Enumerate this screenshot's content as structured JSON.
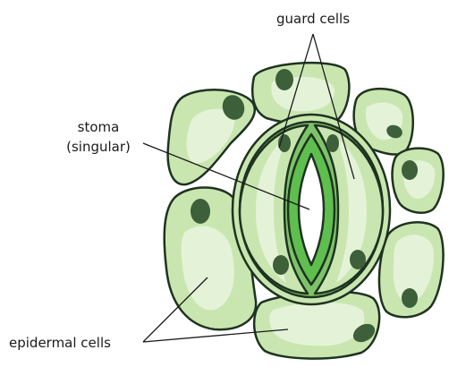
{
  "labels": {
    "guard_cells": "guard cells",
    "stoma_line1": "stoma",
    "stoma_line2": "(singular)",
    "epidermal_cells": "epidermal cells"
  },
  "colors": {
    "outline": "#1e3320",
    "cell_fill": "#c9e6b0",
    "cell_inner": "#e4f3d8",
    "cell_wall": "#7ec36a",
    "nucleus": "#3d5f3a",
    "stoma_strip": "#5fbf4e",
    "leader_line": "#1a1a1a"
  }
}
